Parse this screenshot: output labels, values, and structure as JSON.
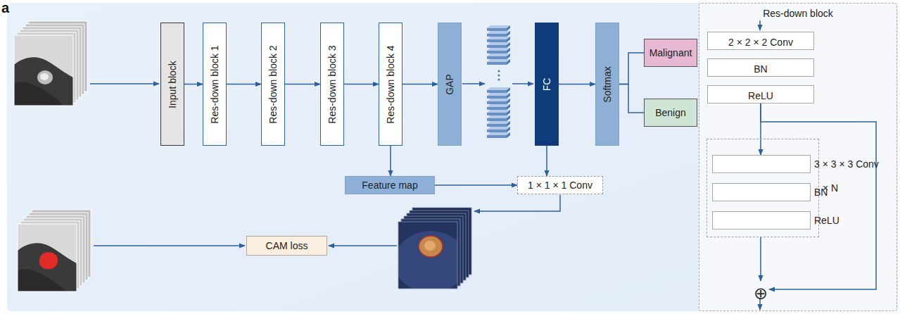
{
  "diagram": {
    "nodes": [
      {
        "text": [
          "Input block"
        ]
      },
      {
        "text": [
          "Res-down block 1"
        ]
      },
      {
        "text": [
          "Res-down block 2"
        ]
      },
      {
        "text": [
          "Res-down block 3"
        ]
      },
      {
        "text": [
          "Res-down block 4"
        ]
      },
      {
        "text": [
          "GAP"
        ]
      },
      {
        "text": [
          "FC"
        ]
      },
      {
        "text": [
          "Softmax"
        ]
      },
      {
        "text": [
          "Malignant"
        ]
      },
      {
        "text": [
          "Benign"
        ]
      },
      {
        "text": [
          "Feature map"
        ]
      },
      {
        "text": [
          "1 × 1 × 1 Conv"
        ]
      },
      {
        "text": [
          "CAM loss"
        ]
      },
      {
        "text": [
          "Res-down block"
        ]
      },
      {
        "text": [
          "2 × 2 × 2 Conv"
        ],
        "in": 13
      },
      {
        "text": [
          "BN"
        ],
        "in": 13
      },
      {
        "text": [
          "ReLU"
        ],
        "in": 13
      },
      {
        "text": [
          "× N"
        ],
        "in": 13
      },
      {
        "text": [
          "3 × 3 × 3 Conv"
        ],
        "in": 17
      },
      {
        "text": [
          "BN"
        ],
        "in": 17
      },
      {
        "text": [
          "ReLU"
        ],
        "in": 17
      },
      {
        "text": [
          "⊕"
        ],
        "in": 13
      }
    ],
    "edges": [
      {
        "from": 0,
        "to": 1,
        "arrow": "to"
      },
      {
        "from": 1,
        "to": 2,
        "arrow": "to"
      },
      {
        "from": 2,
        "to": 3,
        "arrow": "to"
      },
      {
        "from": 3,
        "to": 4,
        "arrow": "to"
      },
      {
        "from": 4,
        "to": 5,
        "arrow": "to"
      },
      {
        "from": 6,
        "to": 7,
        "arrow": "to"
      },
      {
        "from": 7,
        "to": 8,
        "arrow": "none"
      },
      {
        "from": 7,
        "to": 9,
        "arrow": "none"
      },
      {
        "from": 4,
        "to": 10,
        "arrow": "to"
      },
      {
        "from": 10,
        "to": 11,
        "arrow": "to"
      },
      {
        "from": 6,
        "to": 11,
        "arrow": "to"
      },
      {
        "from": 16,
        "to": 18,
        "arrow": "to"
      },
      {
        "from": 17,
        "to": 21,
        "arrow": "to"
      },
      {
        "from": 16,
        "to": 21,
        "arrow": "to"
      }
    ],
    "labels": [
      "a"
    ]
  }
}
